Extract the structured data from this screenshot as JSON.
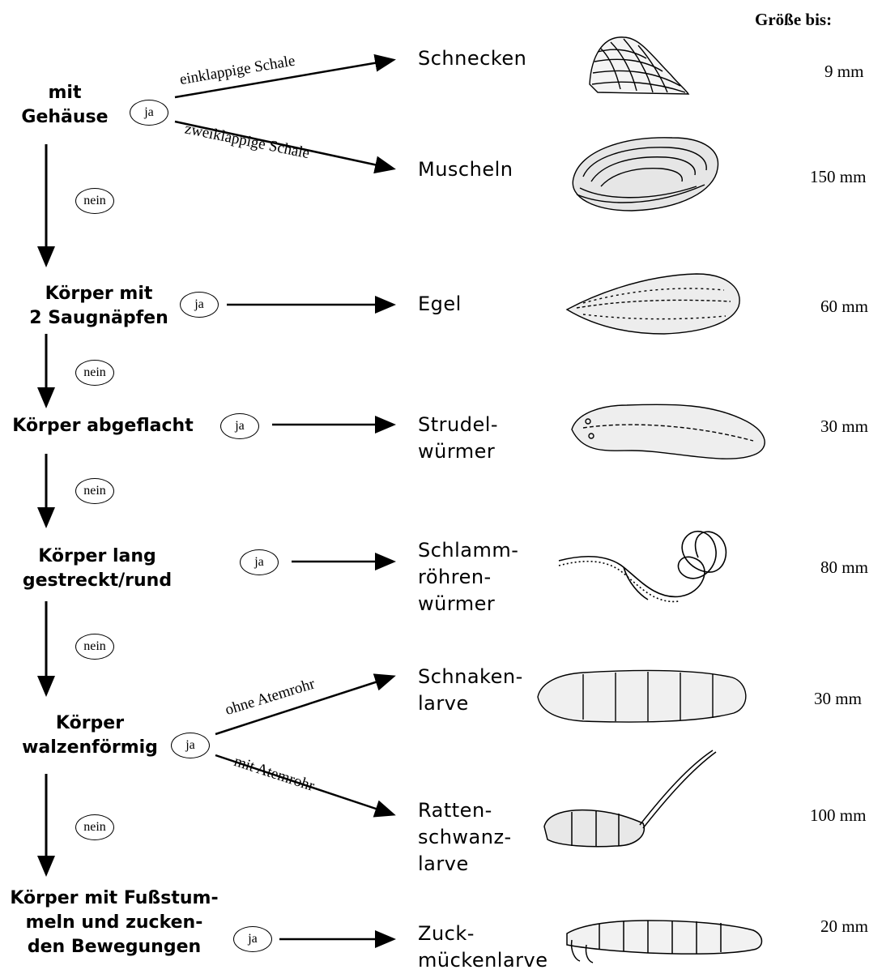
{
  "header": {
    "size_label": "Größe bis:"
  },
  "questions": [
    "mit\nGehäuse",
    "Körper mit\n2 Saugnäpfen",
    "Körper abgeflacht",
    "Körper lang\ngestreckt/rund",
    "Körper\nwalzenförmig",
    "Körper mit Fußstum-\nmeln und zucken-\nden Bewegungen"
  ],
  "answers": {
    "yes": "ja",
    "no": "nein"
  },
  "branch_labels": {
    "single_shell": "einklappige Schale",
    "double_shell": "zweiklappige Schale",
    "no_breathing_tube": "ohne Atemrohr",
    "with_breathing_tube": "mit Atemrohr"
  },
  "animals": [
    {
      "name": "Schnecken",
      "size": "9 mm"
    },
    {
      "name": "Muscheln",
      "size": "150 mm"
    },
    {
      "name": "Egel",
      "size": "60 mm"
    },
    {
      "name": "Strudel-\nwürmer",
      "size": "30 mm"
    },
    {
      "name": "Schlamm-\nröhren-\nwürmer",
      "size": "80 mm"
    },
    {
      "name": "Schnaken-\nlarve",
      "size": "30 mm"
    },
    {
      "name": "Ratten-\nschwanz-\nlarve",
      "size": "100 mm"
    },
    {
      "name": "Zuck-\nmückenlarve",
      "size": "20 mm"
    }
  ]
}
